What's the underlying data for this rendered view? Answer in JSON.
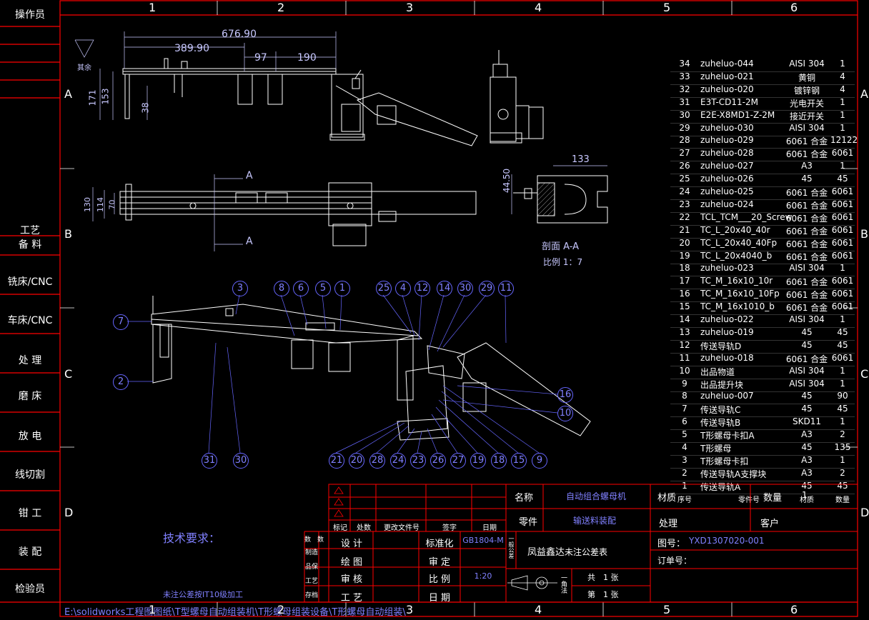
{
  "colors": {
    "background": "#000000",
    "border": "#ff0000",
    "drawing": "#ffffff",
    "dimension": "#c8c8ff",
    "balloon": "#6666ff",
    "title_text": "#8080ff"
  },
  "grid": {
    "cols": [
      "1",
      "2",
      "3",
      "4",
      "5",
      "6"
    ],
    "rows": [
      "A",
      "B",
      "C",
      "D"
    ]
  },
  "sidebar": [
    "操作员",
    "工艺",
    "备 料",
    "铣床/CNC",
    "车床/CNC",
    "处 理",
    "磨 床",
    "放 电",
    "线切割",
    "钳 工",
    "装 配",
    "检验员"
  ],
  "views": {
    "dims_front": [
      "676.90",
      "389.90",
      "97",
      "190"
    ],
    "dims_front_v": [
      "171",
      "153",
      "38"
    ],
    "surface_symbol": "其余",
    "dims_top_v": [
      "130",
      "114",
      "70"
    ],
    "section_marker": "A",
    "dims_section": [
      "133",
      "44.50"
    ],
    "section_title": "剖面 A-A",
    "section_scale": "比例 1：7"
  },
  "balloons_top": [
    "3",
    "8",
    "6",
    "5",
    "1",
    "25",
    "4",
    "12",
    "14",
    "30",
    "29",
    "11"
  ],
  "balloons_left": [
    "7",
    "2"
  ],
  "balloons_right": [
    "16",
    "10"
  ],
  "balloons_bottom": [
    "31",
    "30",
    "21",
    "20",
    "28",
    "24",
    "23",
    "26",
    "27",
    "19",
    "18",
    "15",
    "9"
  ],
  "bom": [
    [
      "34",
      "zuheluo-044",
      "AISI 304",
      "1"
    ],
    [
      "33",
      "zuheluo-021",
      "黄铜",
      "4"
    ],
    [
      "32",
      "zuheluo-020",
      "镀锌钢",
      "4"
    ],
    [
      "31",
      "E3T-CD11-2M",
      "光电开关",
      "1"
    ],
    [
      "30",
      "E2E-X8MD1-Z-2M",
      "接近开关",
      "1"
    ],
    [
      "29",
      "zuheluo-030",
      "AISI 304",
      "1"
    ],
    [
      "28",
      "zuheluo-029",
      "6061 合金",
      "12122"
    ],
    [
      "27",
      "zuheluo-028",
      "6061 合金",
      "6061"
    ],
    [
      "26",
      "zuheluo-027",
      "A3",
      "1"
    ],
    [
      "25",
      "zuheluo-026",
      "45",
      "45"
    ],
    [
      "24",
      "zuheluo-025",
      "6061 合金",
      "6061"
    ],
    [
      "23",
      "zuheluo-024",
      "6061 合金",
      "6061"
    ],
    [
      "22",
      "TCL_TCM___20_Screw",
      "6061 合金",
      "6061"
    ],
    [
      "21",
      "TC_L_20x40_40r",
      "6061 合金",
      "6061"
    ],
    [
      "20",
      "TC_L_20x40_40Fp",
      "6061 合金",
      "6061"
    ],
    [
      "19",
      "TC_L_20x4040_b",
      "6061 合金",
      "6061"
    ],
    [
      "18",
      "zuheluo-023",
      "AISI 304",
      "1"
    ],
    [
      "17",
      "TC_M_16x10_10r",
      "6061 合金",
      "6061"
    ],
    [
      "16",
      "TC_M_16x10_10Fp",
      "6061 合金",
      "6061"
    ],
    [
      "15",
      "TC_M_16x1010_b",
      "6061 合金",
      "6061"
    ],
    [
      "14",
      "zuheluo-022",
      "AISI 304",
      "1"
    ],
    [
      "13",
      "zuheluo-019",
      "45",
      "45"
    ],
    [
      "12",
      "传送导轨D",
      "45",
      "45"
    ],
    [
      "11",
      "zuheluo-018",
      "6061 合金",
      "6061"
    ],
    [
      "10",
      "出品物道",
      "AISI 304",
      "1"
    ],
    [
      "9",
      "出品提升块",
      "AISI 304",
      "1"
    ],
    [
      "8",
      "zuheluo-007",
      "45",
      "90"
    ],
    [
      "7",
      "传送导轨C",
      "45",
      "45"
    ],
    [
      "6",
      "传送导轨B",
      "SKD11",
      "1"
    ],
    [
      "5",
      "T形螺母卡扣A",
      "A3",
      "2"
    ],
    [
      "4",
      "T形螺母",
      "45",
      "135"
    ],
    [
      "3",
      "T形螺母卡扣",
      "A3",
      "1"
    ],
    [
      "2",
      "传送导轨A支撑块",
      "A3",
      "2"
    ],
    [
      "1",
      "传送导轨A",
      "45",
      "45"
    ]
  ],
  "bom_header": [
    "序号",
    "零件号",
    "材质",
    "数量"
  ],
  "title_block": {
    "name_label": "名称",
    "name_value": "自动组合螺母机",
    "part_label": "零件",
    "part_value": "输送料装配",
    "material_label": "材质",
    "qty_label": "数量",
    "qty_value": "1",
    "process_label": "处理",
    "customer_label": "客户",
    "company": "凤益鑫达",
    "tolerance": "未注公差表",
    "drawing_no_label": "图号：",
    "drawing_no": "YXD1307020-001",
    "order_label": "订单号：",
    "total_sheets": "共　1 张",
    "sheet_no": "第　1 张",
    "angle_label": "一角法",
    "rev_headers": [
      "标记",
      "处数",
      "更改文件号",
      "签字",
      "日期"
    ],
    "sign_rows": [
      "设 计",
      "绘 图",
      "审 核",
      "工 艺"
    ],
    "std_labels": [
      "标准化",
      "审 定",
      "比 例",
      "日 期"
    ],
    "std_values": [
      "GB1804-M",
      "",
      "1:20",
      ""
    ],
    "sign_side": [
      "数　数",
      "制造",
      "品保",
      "工艺",
      "存档"
    ],
    "first_angle": "一般公差"
  },
  "notes": {
    "tech_req": "技术要求：",
    "tolerance_note": "未注公差按IT10级加工"
  },
  "file_path": "E:\\solidworks工程图图纸\\T型螺母自动组装机\\T形螺母组装设备\\T形螺母自动组装\\"
}
